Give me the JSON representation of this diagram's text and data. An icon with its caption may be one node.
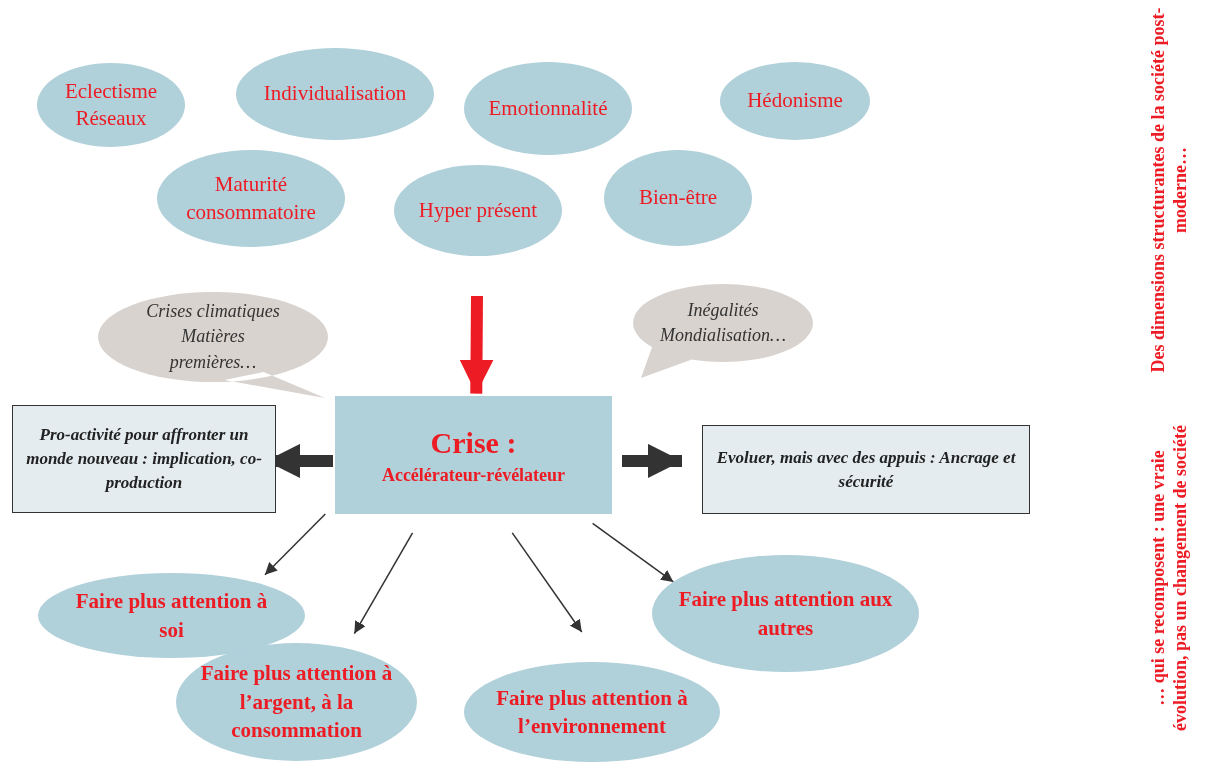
{
  "diagram": {
    "nodes": [
      {
        "text": [
          "Eclectisme Réseaux"
        ]
      },
      {
        "text": [
          "Individualisation"
        ]
      },
      {
        "text": [
          "Emotionnalité"
        ]
      },
      {
        "text": [
          "Hédonisme"
        ]
      },
      {
        "text": [
          "Maturité consommatoire"
        ]
      },
      {
        "text": [
          "Hyper présent"
        ]
      },
      {
        "text": [
          "Bien-être"
        ]
      },
      {
        "text": [
          "Crises climatiques Matières premières…"
        ]
      },
      {
        "text": [
          "Inégalités Mondialisation…"
        ]
      },
      {
        "text": [
          "Crise :",
          "Accélérateur-révélateur"
        ]
      },
      {
        "text": [
          "Pro-activité pour affronter un monde nouveau : implication, co-production"
        ]
      },
      {
        "text": [
          "Evoluer, mais avec des appuis : Ancrage et sécurité"
        ]
      },
      {
        "text": [
          "Faire plus attention à soi"
        ]
      },
      {
        "text": [
          "Faire plus attention aux autres"
        ]
      },
      {
        "text": [
          "Faire plus attention à l’argent, à la consommation"
        ]
      },
      {
        "text": [
          "Faire plus attention à l’environnement"
        ]
      }
    ],
    "edges": [
      {
        "from": null,
        "to": 9,
        "arrow": "to",
        "style": "thick",
        "color": "#ed1c24"
      },
      {
        "from": 9,
        "to": 10,
        "arrow": "to",
        "style": "thick"
      },
      {
        "from": 9,
        "to": 11,
        "arrow": "to",
        "style": "thick"
      },
      {
        "from": 9,
        "to": 12,
        "arrow": "to"
      },
      {
        "from": 9,
        "to": 14,
        "arrow": "to"
      },
      {
        "from": 9,
        "to": 15,
        "arrow": "to"
      },
      {
        "from": 9,
        "to": 13,
        "arrow": "to"
      }
    ],
    "labels": [
      "Des dimensions structurantes de la société post-moderne…",
      "… qui se recomposent : une vraie évolution, pas un changement de société"
    ]
  }
}
